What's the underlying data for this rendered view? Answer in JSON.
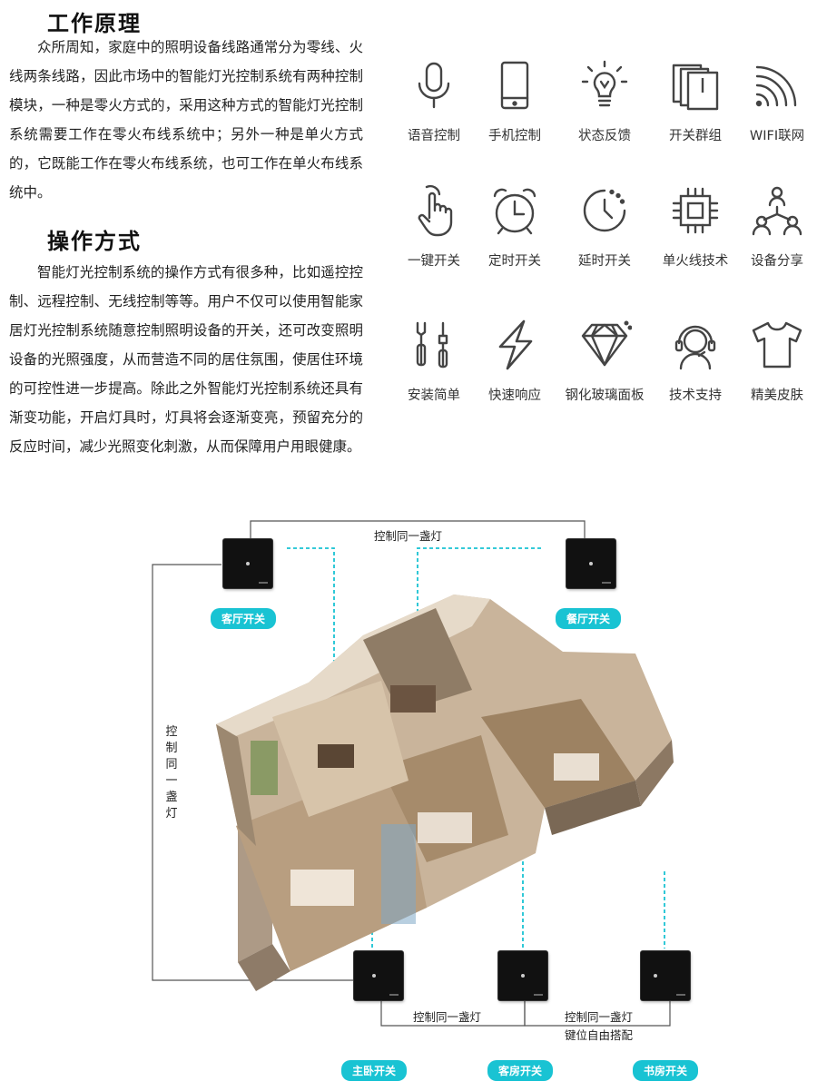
{
  "sections": [
    {
      "heading": "工作原理",
      "text": "众所周知，家庭中的照明设备线路通常分为零线、火线两条线路，因此市场中的智能灯光控制系统有两种控制模块，一种是零火方式的，采用这种方式的智能灯光控制系统需要工作在零火布线系统中；另外一种是单火方式的，它既能工作在零火布线系统，也可工作在单火布线系统中。"
    },
    {
      "heading": "操作方式",
      "text": "智能灯光控制系统的操作方式有很多种，比如遥控控制、远程控制、无线控制等等。用户不仅可以使用智能家居灯光控制系统随意控制照明设备的开关，还可改变照明设备的光照强度，从而营造不同的居住氛围，使居住环境的可控性进一步提高。除此之外智能灯光控制系统还具有渐变功能，开启灯具时，灯具将会逐渐变亮，预留充分的反应时间，减少光照变化刺激，从而保障用户用眼健康。"
    }
  ],
  "features": [
    {
      "label": "语音控制",
      "icon": "microphone-icon"
    },
    {
      "label": "手机控制",
      "icon": "phone-icon"
    },
    {
      "label": "状态反馈",
      "icon": "lightbulb-icon"
    },
    {
      "label": "开关群组",
      "icon": "switch-group-icon"
    },
    {
      "label": "WIFI联网",
      "icon": "wifi-icon"
    },
    {
      "label": "一键开关",
      "icon": "tap-hand-icon"
    },
    {
      "label": "定时开关",
      "icon": "alarm-clock-icon"
    },
    {
      "label": "延时开关",
      "icon": "delay-clock-icon"
    },
    {
      "label": "单火线技术",
      "icon": "chip-icon"
    },
    {
      "label": "设备分享",
      "icon": "share-people-icon"
    },
    {
      "label": "安装简单",
      "icon": "tools-icon"
    },
    {
      "label": "快速响应",
      "icon": "lightning-icon"
    },
    {
      "label": "钢化玻璃面板",
      "icon": "diamond-icon"
    },
    {
      "label": "技术支持",
      "icon": "support-headset-icon"
    },
    {
      "label": "精美皮肤",
      "icon": "tshirt-icon"
    }
  ],
  "diagram": {
    "top_label": "控制同一盏灯",
    "left_label": "控制同一盏灯",
    "bottom_left_label": "控制同一盏灯",
    "bottom_right_label": "控制同一盏灯",
    "bottom_right_sub": "键位自由搭配",
    "switches": {
      "living": "客厅开关",
      "dining": "餐厅开关",
      "master": "主卧开关",
      "guest": "客房开关",
      "study": "书房开关"
    },
    "accent_color": "#19c3d3"
  }
}
